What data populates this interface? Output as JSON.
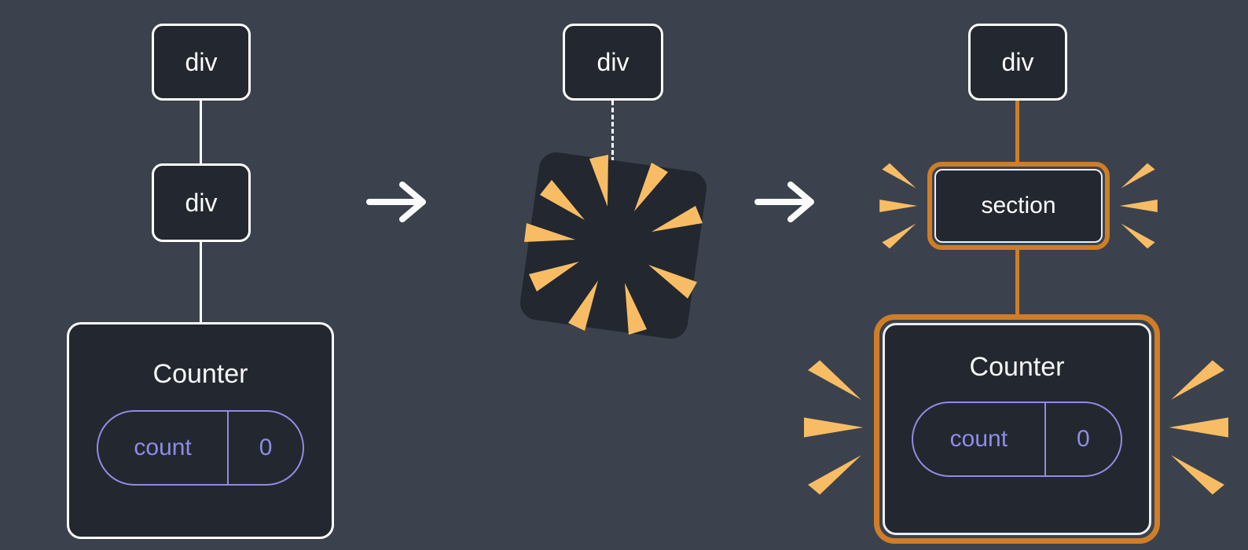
{
  "stages": {
    "before": {
      "root_label": "div",
      "child_label": "div",
      "component": {
        "title": "Counter",
        "state_key": "count",
        "state_value": "0"
      }
    },
    "during": {
      "root_label": "div"
    },
    "after": {
      "root_label": "div",
      "child_label": "section",
      "component": {
        "title": "Counter",
        "state_key": "count",
        "state_value": "0"
      }
    }
  },
  "colors": {
    "background": "#3b424d",
    "node_fill": "#23272f",
    "node_stroke": "#ffffff",
    "highlight_stroke": "#d07d27",
    "burst_fill": "#f8bd64",
    "state_accent": "#8f8ce4",
    "text": "#ffffff"
  }
}
